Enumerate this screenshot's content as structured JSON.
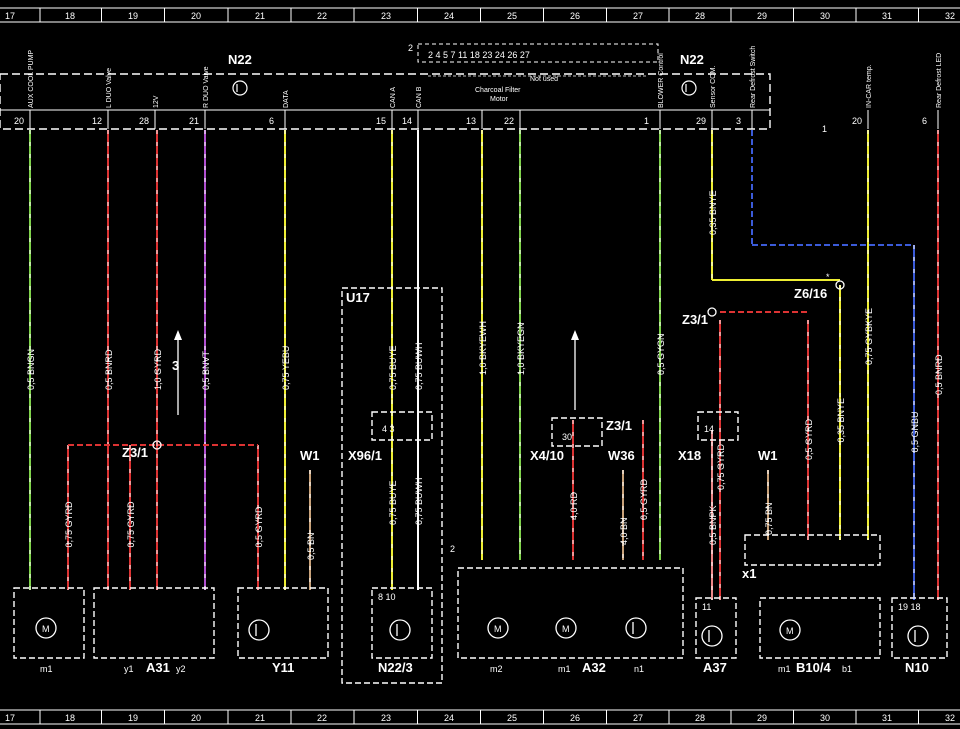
{
  "grid": [
    "17",
    "18",
    "19",
    "20",
    "21",
    "22",
    "23",
    "24",
    "25",
    "26",
    "27",
    "28",
    "29",
    "30",
    "31",
    "32"
  ],
  "main_module": {
    "name": "N22",
    "name2": "N22",
    "bus_label": "2",
    "connector_pins": [
      "2",
      "4",
      "5",
      "7",
      "11",
      "18",
      "23",
      "24",
      "26",
      "27"
    ],
    "not_used": "Not used",
    "charcoal": "Charcoal Filter\nMotor",
    "functions": [
      {
        "id": "aux",
        "text": "AUX COOL PUMP",
        "pin": "20"
      },
      {
        "id": "lduo",
        "text": "L DUO Valve",
        "pin": "12"
      },
      {
        "id": "v12",
        "text": "12V",
        "pin": "28"
      },
      {
        "id": "rduo",
        "text": "R DUO Valve",
        "pin": "21"
      },
      {
        "id": "data",
        "text": "DATA",
        "pin": "6"
      },
      {
        "id": "cana",
        "text": "CAN A",
        "pin": "15"
      },
      {
        "id": "canb",
        "text": "CAN B",
        "pin": "14"
      },
      {
        "id": "ch13",
        "text": "",
        "pin": "13"
      },
      {
        "id": "ch22",
        "text": "",
        "pin": "22"
      },
      {
        "id": "blower",
        "text": "BLOWER Control",
        "pin": "1"
      },
      {
        "id": "sensor",
        "text": "Sensor COM.",
        "pin": "29"
      },
      {
        "id": "rear",
        "text": "Rear Defrost Switch",
        "pin": "3"
      },
      {
        "id": "incar",
        "text": "IN-CAR temp.",
        "pin": "20"
      },
      {
        "id": "rled",
        "text": "Rear Defrost LED",
        "pin": "6"
      }
    ]
  },
  "wires": [
    {
      "id": "w1",
      "label": "0,5 BNGN",
      "color": "#7fd34a"
    },
    {
      "id": "w2",
      "label": "0,75 GYRD",
      "color": "#d33"
    },
    {
      "id": "w3",
      "label": "0,5 BNRD",
      "color": "#d33"
    },
    {
      "id": "w4",
      "label": "0,75 GYRD",
      "color": "#d33"
    },
    {
      "id": "w5",
      "label": "1,0 GYRD",
      "color": "#d33"
    },
    {
      "id": "w6",
      "label": "0,5 BNVT",
      "color": "#b04fd0"
    },
    {
      "id": "w7",
      "label": "0,5 GYRD",
      "color": "#d33"
    },
    {
      "id": "w8",
      "label": "0,75 YEBU",
      "color": "#ee3"
    },
    {
      "id": "w9",
      "label": "0,5 BN",
      "color": "#c9a27a"
    },
    {
      "id": "w10",
      "label": "0,75 BUYE",
      "color": "#ee3"
    },
    {
      "id": "w11",
      "label": "0,75 BUWH",
      "color": "#fff"
    },
    {
      "id": "w12",
      "label": "0,75 BUYE",
      "color": "#ee3"
    },
    {
      "id": "w13",
      "label": "0,75 BUWH",
      "color": "#fff"
    },
    {
      "id": "w14",
      "label": "1,0 BKYEWH",
      "color": "#ee3"
    },
    {
      "id": "w15",
      "label": "1,0 BKYEGN",
      "color": "#7fd34a"
    },
    {
      "id": "w16",
      "label": "4,0 RD",
      "color": "#d33"
    },
    {
      "id": "w17",
      "label": "4,0 BN",
      "color": "#c9a27a"
    },
    {
      "id": "w18",
      "label": "0,5 GYRD",
      "color": "#d33"
    },
    {
      "id": "w19",
      "label": "0,5 GYGN",
      "color": "#7fd34a"
    },
    {
      "id": "w20",
      "label": "0,35 BNYE",
      "color": "#ee3"
    },
    {
      "id": "w21",
      "label": "0,75 GYRD",
      "color": "#d33"
    },
    {
      "id": "w22",
      "label": "0,5 BNPK",
      "color": "#e88"
    },
    {
      "id": "w23",
      "label": "0,75 BN",
      "color": "#c9a27a"
    },
    {
      "id": "w24",
      "label": "0,5 GYRD",
      "color": "#d33"
    },
    {
      "id": "w25",
      "label": "0,35 BNYE",
      "color": "#ee3"
    },
    {
      "id": "w26",
      "label": "0,75 GYBKYE",
      "color": "#ee3"
    },
    {
      "id": "w27",
      "label": "0,5 GNBU",
      "color": "#3b5bd9"
    },
    {
      "id": "w28",
      "label": "0,5 BNRD",
      "color": "#d33"
    }
  ],
  "connectors": {
    "z31_left": "Z3/1",
    "z31_mid": "Z3/1",
    "z31_right": "Z3/1",
    "z616": "Z6/16",
    "x961": "X96/1",
    "x410": "X4/10",
    "w36": "W36",
    "x18": "X18",
    "w1a": "W1",
    "w1b": "W1",
    "u17": "U17",
    "ref3": "3",
    "x1": "x1",
    "x961_pins": "4   3",
    "x410_pin": "30",
    "x18_pin": "14",
    "n223_pins": "8  10",
    "a37_pin": "11",
    "n10_pins": "19 18",
    "star": "*",
    "one": "1",
    "two": "2"
  },
  "components": [
    {
      "id": "m1",
      "label": "m1"
    },
    {
      "id": "a31",
      "label": "A31"
    },
    {
      "id": "y1",
      "label": "y1"
    },
    {
      "id": "y2",
      "label": "y2"
    },
    {
      "id": "y11",
      "label": "Y11"
    },
    {
      "id": "n223",
      "label": "N22/3"
    },
    {
      "id": "m2",
      "label": "m2"
    },
    {
      "id": "m1b",
      "label": "m1"
    },
    {
      "id": "a32",
      "label": "A32"
    },
    {
      "id": "n1",
      "label": "n1"
    },
    {
      "id": "a37",
      "label": "A37"
    },
    {
      "id": "m1c",
      "label": "m1"
    },
    {
      "id": "b104",
      "label": "B10/4"
    },
    {
      "id": "b1",
      "label": "b1"
    },
    {
      "id": "n10",
      "label": "N10"
    }
  ],
  "colors": {
    "background": "#000000",
    "frame": "#ffffff",
    "green": "#7fd34a",
    "red": "#dd3333",
    "yellow": "#eeee33",
    "blue": "#3b5bd9",
    "violet": "#b04fd0",
    "brown": "#c9a27a",
    "pink": "#ee8888"
  }
}
